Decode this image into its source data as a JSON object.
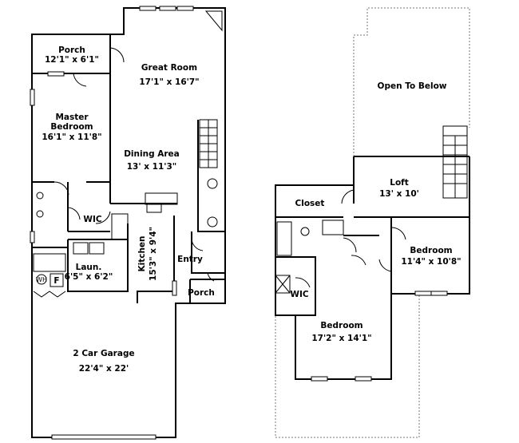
{
  "first_floor": {
    "porch_top": {
      "name": "Porch",
      "size": "12'1\" x 6'1\""
    },
    "great_room": {
      "name": "Great Room",
      "size": "17'1\" x 16'7\""
    },
    "master_bedroom": {
      "name_line1": "Master",
      "name_line2": "Bedroom",
      "size": "16'1\" x 11'8\""
    },
    "dining_area": {
      "name": "Dining Area",
      "size": "13' x 11'3\""
    },
    "wic": {
      "name": "WIC"
    },
    "kitchen": {
      "name": "Kitchen",
      "size": "15'3\" x 9'4\""
    },
    "laundry": {
      "name": "Laun.",
      "size": "6'5\" x 6'2\""
    },
    "entry": {
      "name": "Entry"
    },
    "porch_bottom": {
      "name": "Porch"
    },
    "garage": {
      "name": "2 Car Garage",
      "size": "22'4\" x 22'"
    },
    "furnace_label": "F",
    "water_heater_label": "WH"
  },
  "second_floor": {
    "open_to_below": {
      "name": "Open To Below"
    },
    "loft": {
      "name": "Loft",
      "size": "13' x 10'"
    },
    "closet": {
      "name": "Closet"
    },
    "bedroom_right": {
      "name": "Bedroom",
      "size": "11'4\" x 10'8\""
    },
    "wic": {
      "name": "WIC"
    },
    "bedroom_bottom": {
      "name": "Bedroom",
      "size": "17'2\" x 14'1\""
    }
  }
}
